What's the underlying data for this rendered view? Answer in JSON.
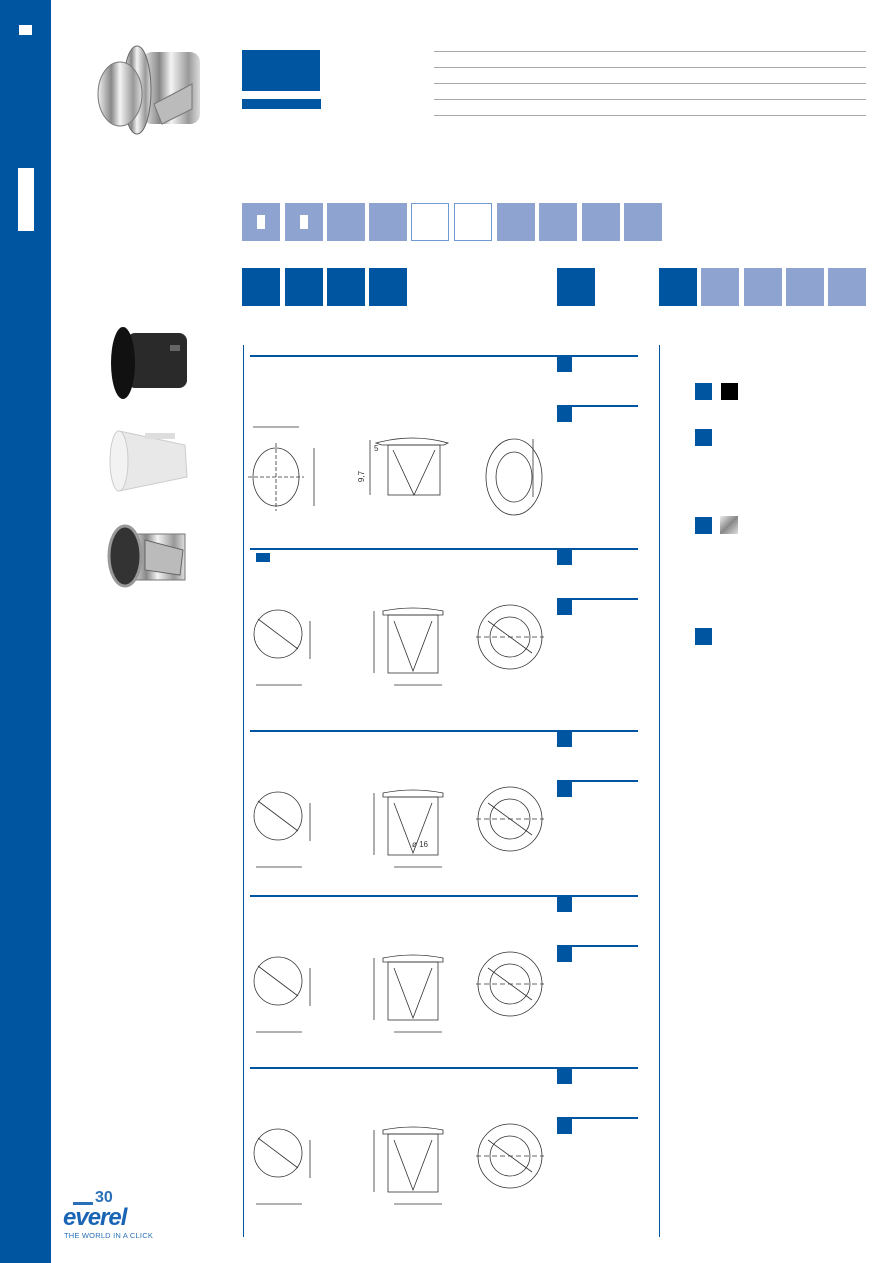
{
  "brand": {
    "anniversary": "30",
    "name": "everel",
    "tagline": "THE WORLD IN A CLICK"
  },
  "colors": {
    "primary": "#0055a0",
    "light": "#8fa3d0"
  },
  "drawings": {
    "section1": {
      "dim_a": "5",
      "dim_b": "9,7"
    },
    "section3": {
      "dim_diameter": "ø 16"
    }
  }
}
